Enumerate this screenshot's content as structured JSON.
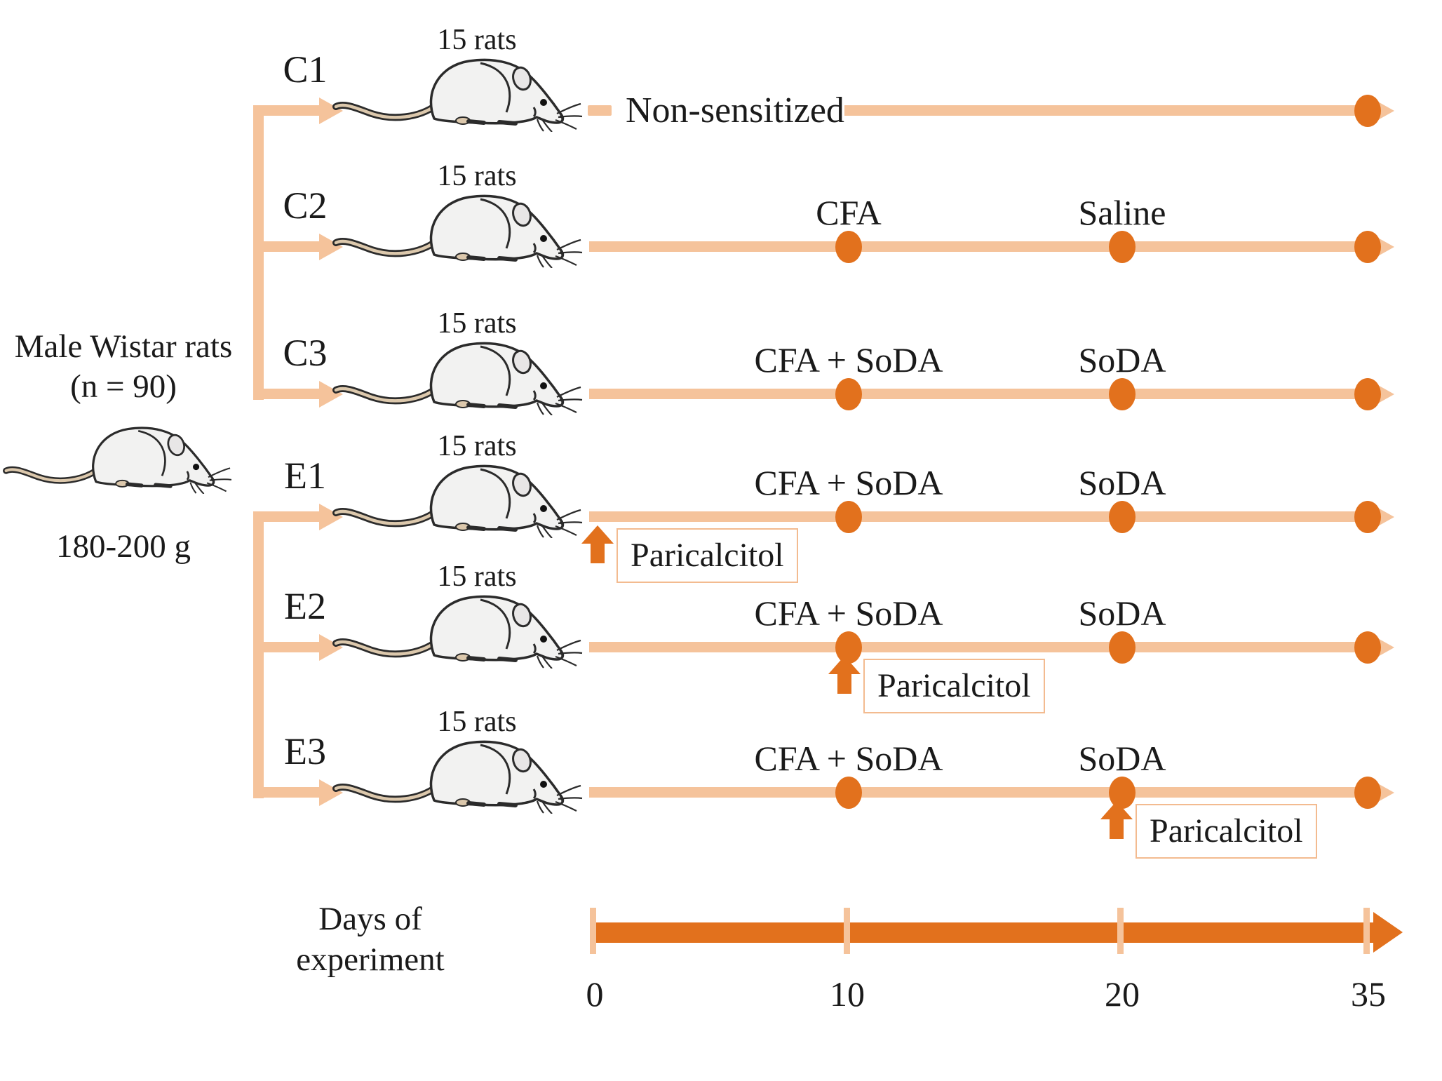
{
  "source": {
    "line1": "Male Wistar rats",
    "line2": "(n = 90)",
    "weight": "180-200 g"
  },
  "groups": [
    {
      "label": "C1",
      "size": "15 rats",
      "timeline_text": "Non-sensitized",
      "dot_days": [
        35
      ]
    },
    {
      "label": "C2",
      "size": "15 rats",
      "day10": "CFA",
      "day20": "Saline",
      "dot_days": [
        10,
        20,
        35
      ]
    },
    {
      "label": "C3",
      "size": "15 rats",
      "day10": "CFA + SoDA",
      "day20": "SoDA",
      "dot_days": [
        10,
        20,
        35
      ]
    },
    {
      "label": "E1",
      "size": "15 rats",
      "day10": "CFA + SoDA",
      "day20": "SoDA",
      "dot_days": [
        10,
        20,
        35
      ],
      "intervention": {
        "label": "Paricalcitol",
        "day": 0
      }
    },
    {
      "label": "E2",
      "size": "15 rats",
      "day10": "CFA + SoDA",
      "day20": "SoDA",
      "dot_days": [
        10,
        20,
        35
      ],
      "intervention": {
        "label": "Paricalcitol",
        "day": 10
      }
    },
    {
      "label": "E3",
      "size": "15 rats",
      "day10": "CFA + SoDA",
      "day20": "SoDA",
      "dot_days": [
        10,
        20,
        35
      ],
      "intervention": {
        "label": "Paricalcitol",
        "day": 20
      }
    }
  ],
  "axis": {
    "caption_line1": "Days of",
    "caption_line2": "experiment",
    "tick0": "0",
    "tick10": "10",
    "tick20": "20",
    "tick35": "35"
  },
  "colors": {
    "light_orange": "#f5c39b",
    "dark_orange": "#e2711d",
    "box_border": "#f3bb90",
    "text": "#1a1a1a"
  }
}
